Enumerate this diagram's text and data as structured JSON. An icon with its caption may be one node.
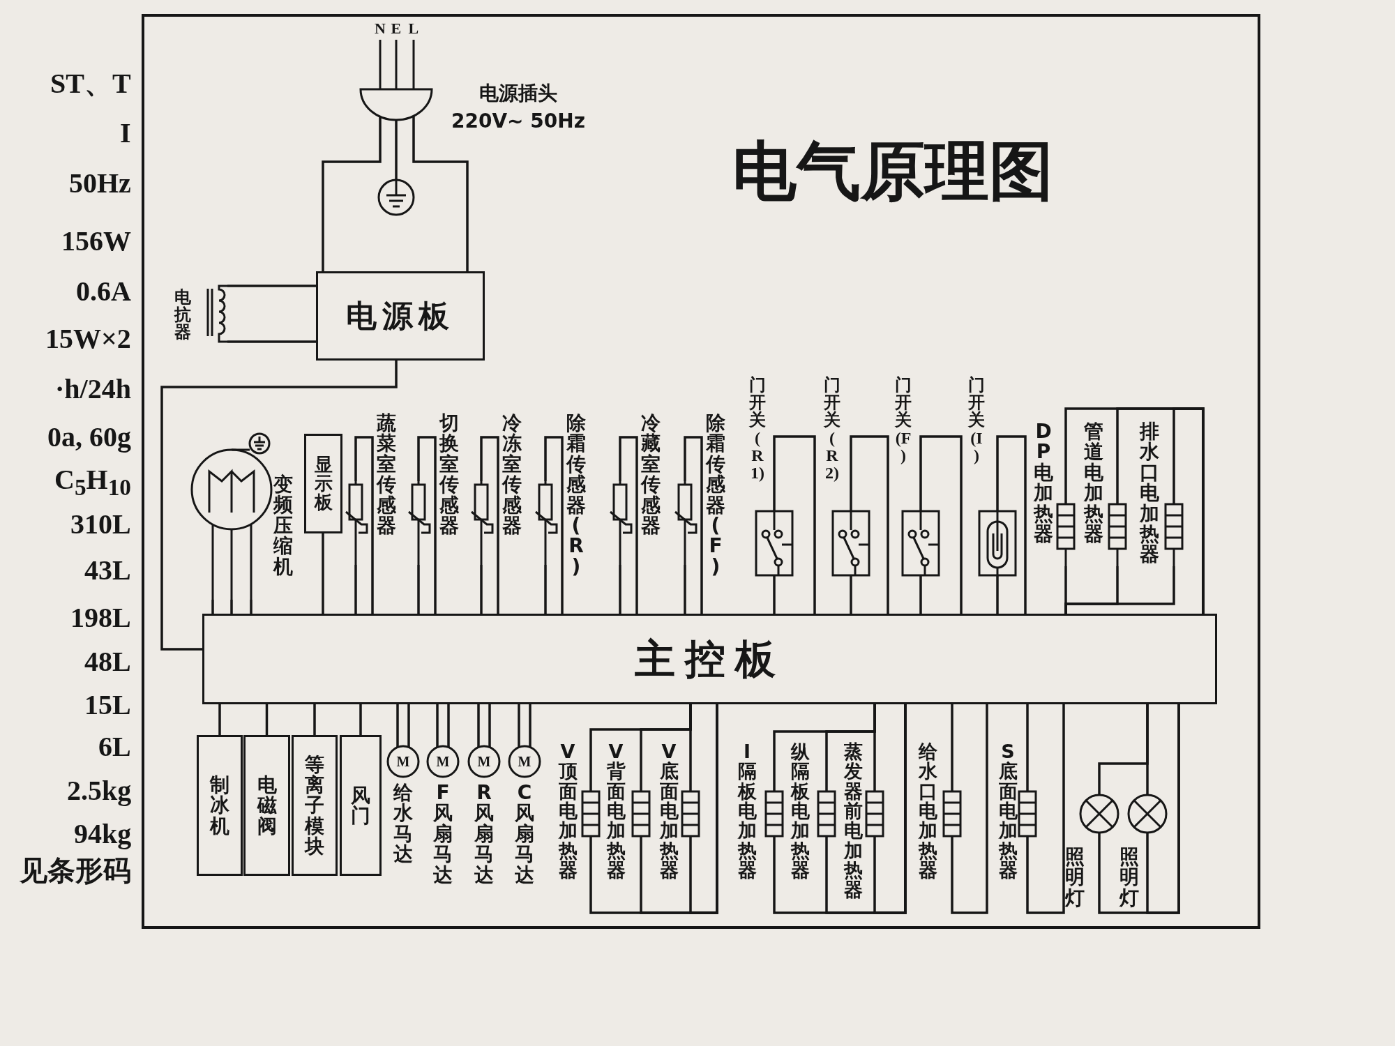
{
  "diagram": {
    "title": "电气原理图",
    "nodes": [
      {
        "text": [
          "电源板"
        ]
      },
      {
        "text": [],
        "shape": "plug",
        "beside": [
          "N",
          "E",
          "L",
          "电源插头",
          "220V~ 50Hz"
        ]
      },
      {
        "text": [],
        "shape": "inductor",
        "beside": [
          "电抗器"
        ]
      },
      {
        "text": [
          "主控板"
        ]
      },
      {
        "text": [],
        "shape": "circle",
        "beside": [
          "变频压缩机"
        ]
      },
      {
        "text": [
          "显示板"
        ]
      },
      {
        "text": [],
        "shape": "sensor",
        "beside": [
          "蔬菜室传感器"
        ]
      },
      {
        "text": [],
        "shape": "sensor",
        "beside": [
          "切换室传感器"
        ]
      },
      {
        "text": [],
        "shape": "sensor",
        "beside": [
          "冷冻室传感器"
        ]
      },
      {
        "text": [],
        "shape": "sensor",
        "beside": [
          "除霜传感器(R)"
        ]
      },
      {
        "text": [],
        "shape": "sensor",
        "beside": [
          "冷藏室传感器"
        ]
      },
      {
        "text": [],
        "shape": "sensor",
        "beside": [
          "除霜传感器(F)"
        ]
      },
      {
        "text": [],
        "shape": "switch",
        "beside": [
          "门开关(R1)"
        ]
      },
      {
        "text": [],
        "shape": "switch",
        "beside": [
          "门开关(R2)"
        ]
      },
      {
        "text": [],
        "shape": "switch",
        "beside": [
          "门开关(F)"
        ]
      },
      {
        "text": [],
        "shape": "switch",
        "beside": [
          "门开关(I)"
        ]
      },
      {
        "text": [],
        "shape": "heater",
        "beside": [
          "DP电加热器"
        ]
      },
      {
        "text": [],
        "shape": "heater",
        "beside": [
          "管道电加热器"
        ]
      },
      {
        "text": [],
        "shape": "heater",
        "beside": [
          "排水口电加热器"
        ]
      },
      {
        "text": [
          "制冰机"
        ]
      },
      {
        "text": [
          "电磁阀"
        ]
      },
      {
        "text": [
          "等离子模块"
        ]
      },
      {
        "text": [
          "风门"
        ]
      },
      {
        "text": [
          "M"
        ],
        "beside": [
          "给水马达"
        ]
      },
      {
        "text": [
          "M"
        ],
        "beside": [
          "F风扇马达"
        ]
      },
      {
        "text": [
          "M"
        ],
        "beside": [
          "R风扇马达"
        ]
      },
      {
        "text": [
          "M"
        ],
        "beside": [
          "C风扇马达"
        ]
      },
      {
        "text": [],
        "shape": "heater",
        "beside": [
          "V顶面电加热器"
        ]
      },
      {
        "text": [],
        "shape": "heater",
        "beside": [
          "V背面电加热器"
        ]
      },
      {
        "text": [],
        "shape": "heater",
        "beside": [
          "V底面电加热器"
        ]
      },
      {
        "text": [],
        "shape": "heater",
        "beside": [
          "I隔板电加热器"
        ]
      },
      {
        "text": [],
        "shape": "heater",
        "beside": [
          "纵隔板电加热器"
        ]
      },
      {
        "text": [],
        "shape": "heater",
        "beside": [
          "蒸发器前电加热器"
        ]
      },
      {
        "text": [],
        "shape": "heater",
        "beside": [
          "给水口电加热器"
        ]
      },
      {
        "text": [],
        "shape": "heater",
        "beside": [
          "S底面电加热器"
        ]
      },
      {
        "text": [],
        "shape": "lamp",
        "beside": [
          "照明灯"
        ]
      },
      {
        "text": [],
        "shape": "lamp",
        "beside": [
          "照明灯"
        ]
      },
      {
        "text": [],
        "shape": "ground"
      }
    ],
    "edges": [
      {
        "from": 1,
        "to": 0,
        "arrow": "none"
      },
      {
        "from": 1,
        "to": 0,
        "arrow": "none"
      },
      {
        "from": 1,
        "to": 37,
        "arrow": "none"
      },
      {
        "from": 2,
        "to": 0,
        "arrow": "none"
      },
      {
        "from": 2,
        "to": 0,
        "arrow": "none"
      },
      {
        "from": 0,
        "to": 3,
        "arrow": "none"
      },
      {
        "from": 4,
        "to": 3,
        "arrow": "none"
      },
      {
        "from": 4,
        "to": 3,
        "arrow": "none"
      },
      {
        "from": 4,
        "to": 3,
        "arrow": "none"
      },
      {
        "from": 5,
        "to": 3,
        "arrow": "none"
      },
      {
        "from": 6,
        "to": 3,
        "arrow": "none"
      },
      {
        "from": 6,
        "to": 3,
        "arrow": "none"
      },
      {
        "from": 7,
        "to": 3,
        "arrow": "none"
      },
      {
        "from": 7,
        "to": 3,
        "arrow": "none"
      },
      {
        "from": 8,
        "to": 3,
        "arrow": "none"
      },
      {
        "from": 8,
        "to": 3,
        "arrow": "none"
      },
      {
        "from": 9,
        "to": 3,
        "arrow": "none"
      },
      {
        "from": 9,
        "to": 3,
        "arrow": "none"
      },
      {
        "from": 10,
        "to": 3,
        "arrow": "none"
      },
      {
        "from": 10,
        "to": 3,
        "arrow": "none"
      },
      {
        "from": 11,
        "to": 3,
        "arrow": "none"
      },
      {
        "from": 11,
        "to": 3,
        "arrow": "none"
      },
      {
        "from": 12,
        "to": 3,
        "arrow": "none"
      },
      {
        "from": 12,
        "to": 3,
        "arrow": "none"
      },
      {
        "from": 13,
        "to": 3,
        "arrow": "none"
      },
      {
        "from": 13,
        "to": 3,
        "arrow": "none"
      },
      {
        "from": 14,
        "to": 3,
        "arrow": "none"
      },
      {
        "from": 14,
        "to": 3,
        "arrow": "none"
      },
      {
        "from": 15,
        "to": 3,
        "arrow": "none"
      },
      {
        "from": 15,
        "to": 3,
        "arrow": "none"
      },
      {
        "from": 16,
        "to": 3,
        "arrow": "none"
      },
      {
        "from": 16,
        "to": 3,
        "arrow": "none"
      },
      {
        "from": 17,
        "to": 3,
        "arrow": "none"
      },
      {
        "from": 17,
        "to": 3,
        "arrow": "none"
      },
      {
        "from": 18,
        "to": 3,
        "arrow": "none"
      },
      {
        "from": 18,
        "to": 3,
        "arrow": "none"
      },
      {
        "from": 19,
        "to": 3,
        "arrow": "none"
      },
      {
        "from": 20,
        "to": 3,
        "arrow": "none"
      },
      {
        "from": 21,
        "to": 3,
        "arrow": "none"
      },
      {
        "from": 22,
        "to": 3,
        "arrow": "none"
      },
      {
        "from": 23,
        "to": 3,
        "arrow": "none"
      },
      {
        "from": 23,
        "to": 3,
        "arrow": "none"
      },
      {
        "from": 24,
        "to": 3,
        "arrow": "none"
      },
      {
        "from": 24,
        "to": 3,
        "arrow": "none"
      },
      {
        "from": 25,
        "to": 3,
        "arrow": "none"
      },
      {
        "from": 25,
        "to": 3,
        "arrow": "none"
      },
      {
        "from": 26,
        "to": 3,
        "arrow": "none"
      },
      {
        "from": 26,
        "to": 3,
        "arrow": "none"
      },
      {
        "from": 27,
        "to": 3,
        "arrow": "none"
      },
      {
        "from": 27,
        "to": 3,
        "arrow": "none"
      },
      {
        "from": 28,
        "to": 3,
        "arrow": "none"
      },
      {
        "from": 28,
        "to": 3,
        "arrow": "none"
      },
      {
        "from": 29,
        "to": 3,
        "arrow": "none"
      },
      {
        "from": 29,
        "to": 3,
        "arrow": "none"
      },
      {
        "from": 30,
        "to": 3,
        "arrow": "none"
      },
      {
        "from": 30,
        "to": 3,
        "arrow": "none"
      },
      {
        "from": 31,
        "to": 3,
        "arrow": "none"
      },
      {
        "from": 31,
        "to": 3,
        "arrow": "none"
      },
      {
        "from": 32,
        "to": 3,
        "arrow": "none"
      },
      {
        "from": 32,
        "to": 3,
        "arrow": "none"
      },
      {
        "from": 33,
        "to": 3,
        "arrow": "none"
      },
      {
        "from": 33,
        "to": 3,
        "arrow": "none"
      },
      {
        "from": 34,
        "to": 3,
        "arrow": "none"
      },
      {
        "from": 34,
        "to": 3,
        "arrow": "none"
      },
      {
        "from": 35,
        "to": 3,
        "arrow": "none"
      },
      {
        "from": 35,
        "to": 3,
        "arrow": "none"
      },
      {
        "from": 36,
        "to": 3,
        "arrow": "none"
      },
      {
        "from": 36,
        "to": 3,
        "arrow": "none"
      }
    ],
    "labels": [
      "ST、T",
      "I",
      "50Hz",
      "156W",
      "0.6A",
      "15W×2",
      "·h/24h",
      "0a, 60g",
      "C$_{5}$H$_{10}$",
      "310L",
      "43L",
      "198L",
      "48L",
      "15L",
      "6L",
      "2.5kg",
      "94kg",
      "见条形码"
    ]
  }
}
